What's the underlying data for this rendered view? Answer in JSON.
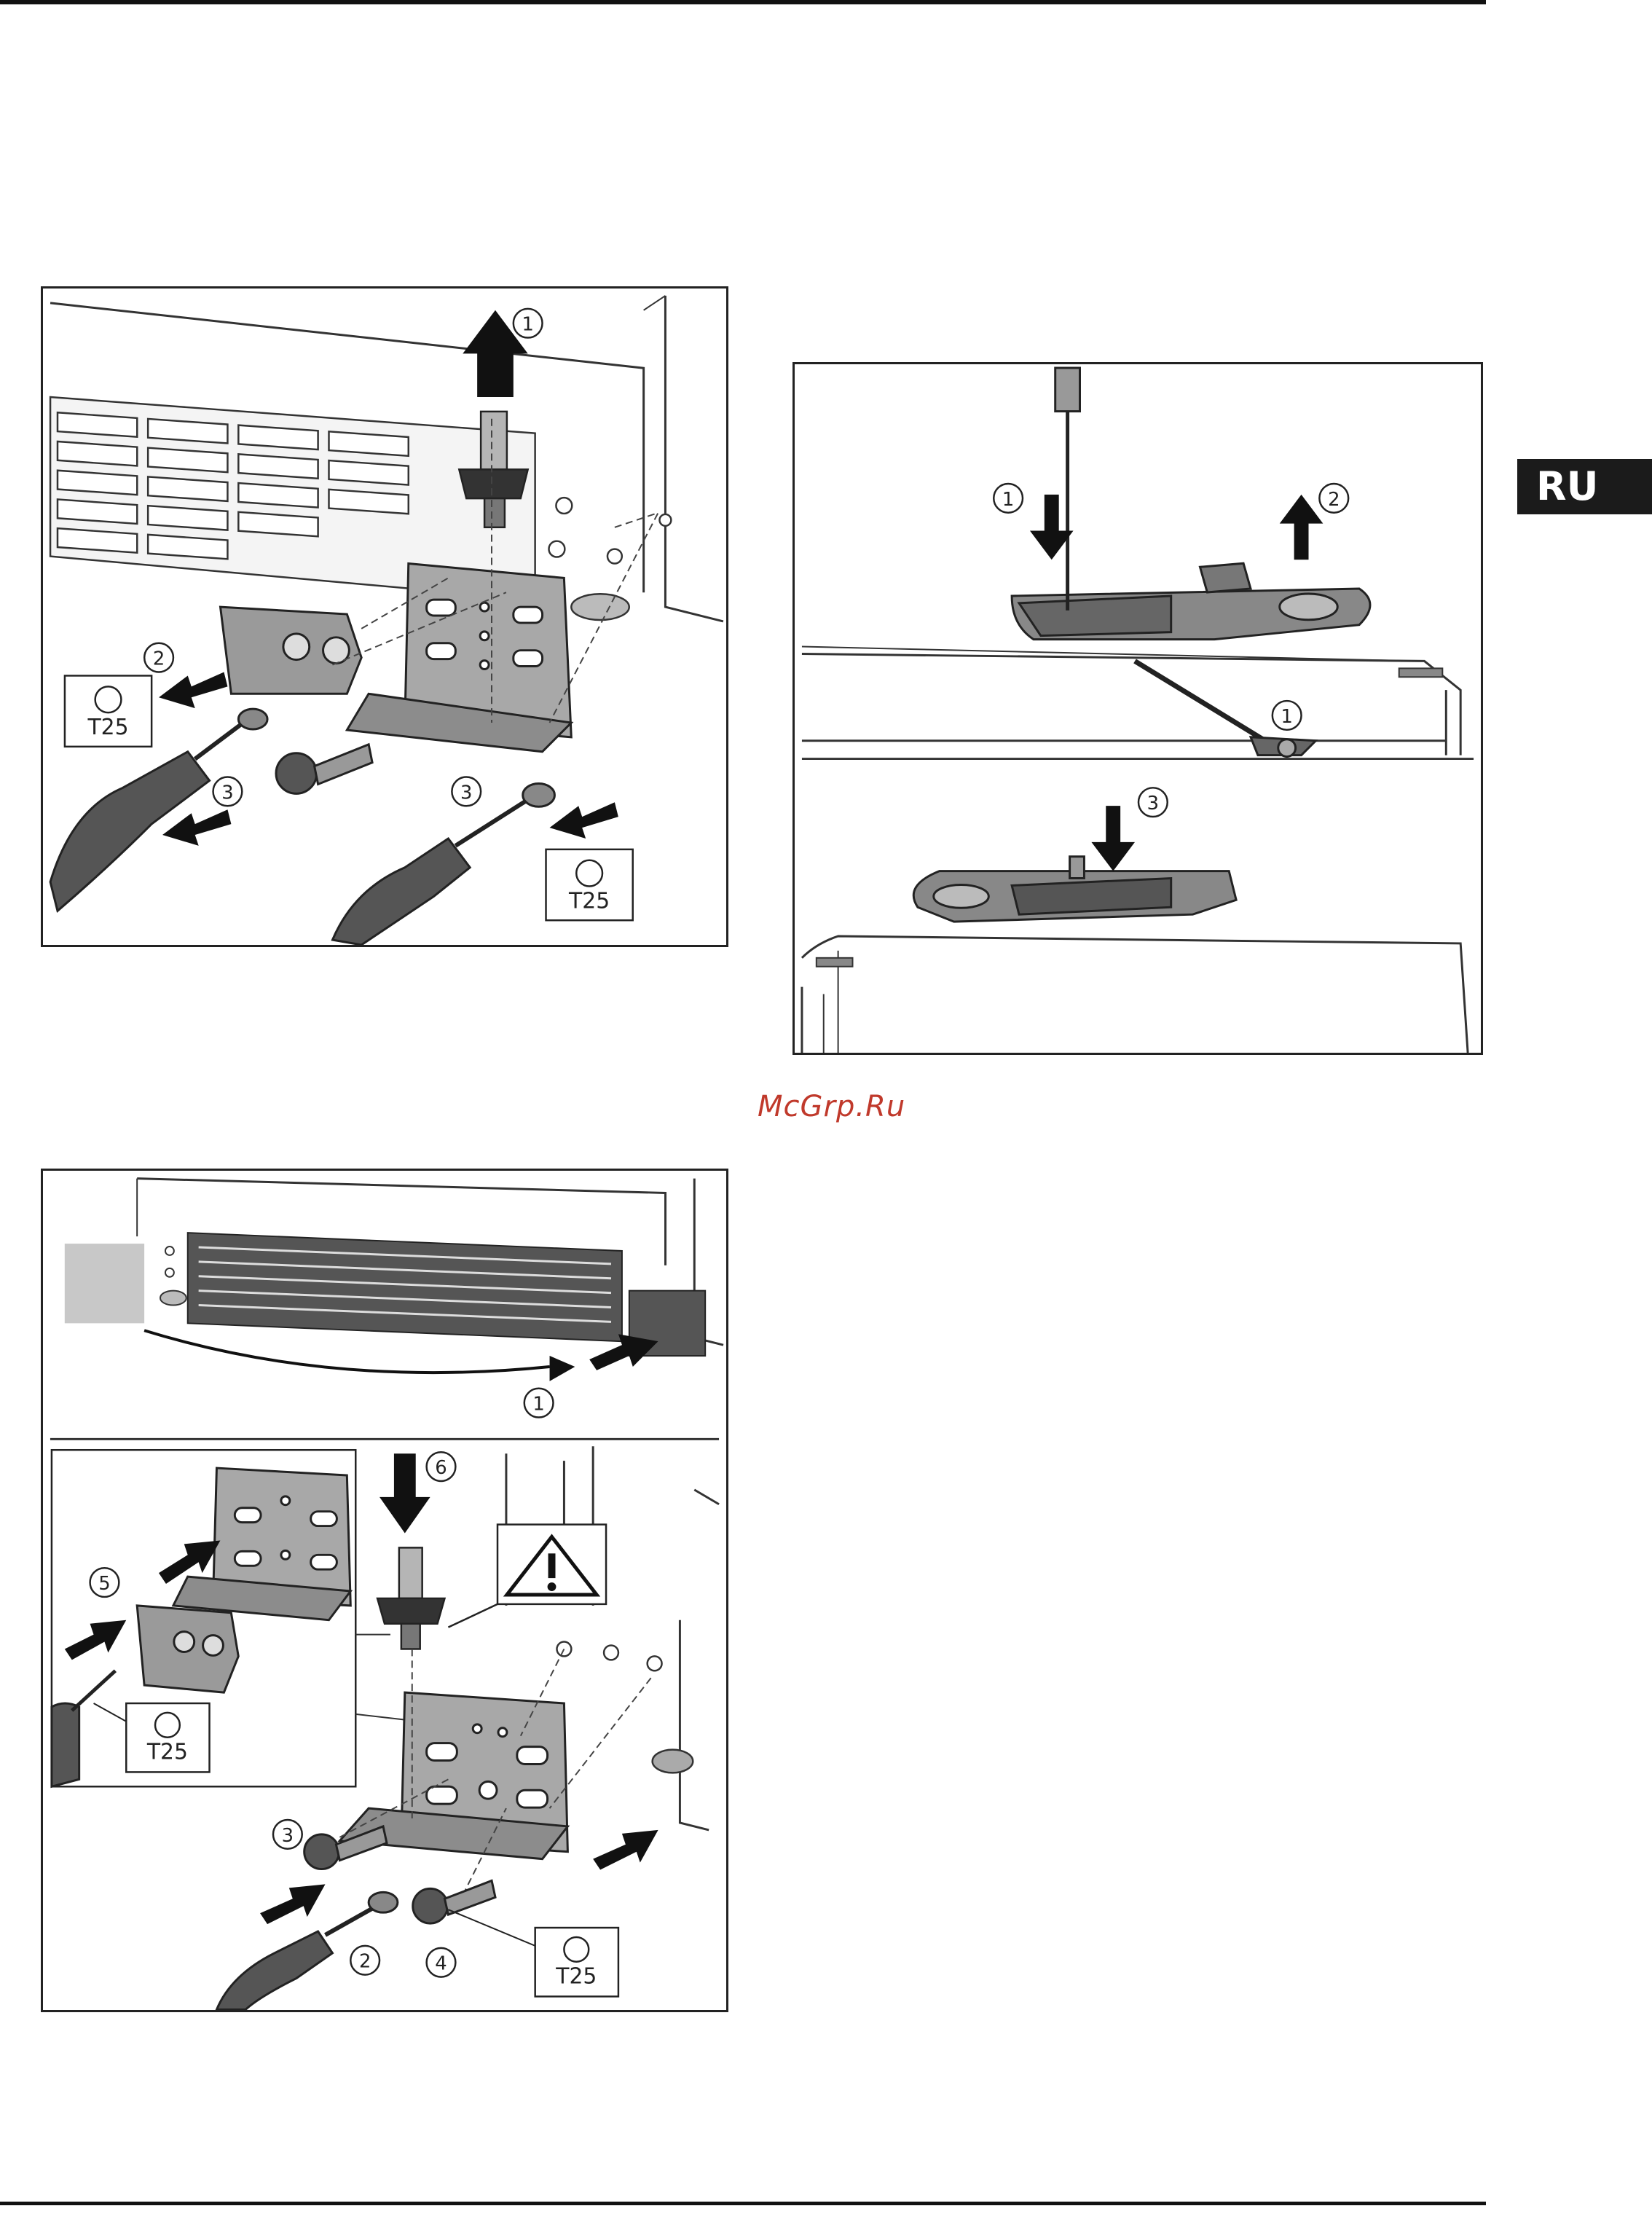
{
  "language_tab": "RU",
  "watermark": "McGrp.Ru",
  "panel1": {
    "steps": [
      "1",
      "2",
      "3",
      "3"
    ],
    "tool_labels": [
      "T25",
      "T25"
    ]
  },
  "panel2": {
    "steps": [
      "1",
      "2",
      "1",
      "3"
    ]
  },
  "panel3": {
    "steps": [
      "1",
      "6",
      "5",
      "3",
      "2",
      "4"
    ],
    "tool_labels": [
      "T25",
      "T25"
    ]
  },
  "colors": {
    "ink": "#222222",
    "tab_bg": "#1b1b1b",
    "watermark": "#c0392b",
    "part_gray": "#9a9a9a",
    "part_light": "#c8c8c8"
  },
  "icons": [
    "torx-icon",
    "warning-icon",
    "arrow-icon",
    "screwdriver-icon"
  ]
}
